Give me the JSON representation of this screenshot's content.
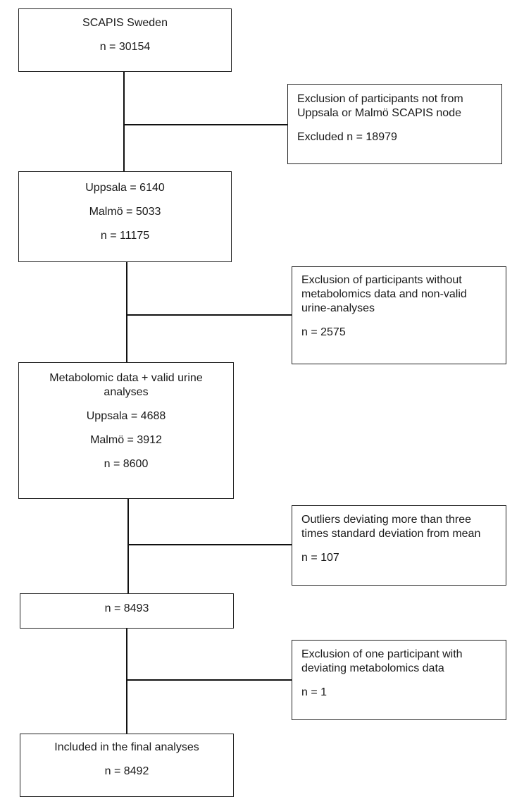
{
  "boxes": {
    "b1": {
      "lines": [
        "SCAPIS Sweden",
        "n = 30154"
      ]
    },
    "e1": {
      "lines": [
        "Exclusion of participants not from",
        "Uppsala or Malmö SCAPIS node",
        "Excluded n = 18979"
      ]
    },
    "b2": {
      "lines": [
        "Uppsala = 6140",
        "Malmö = 5033",
        "n = 11175"
      ]
    },
    "e2": {
      "lines": [
        "Exclusion of participants without",
        "metabolomics data and non-valid",
        "urine-analyses",
        "n = 2575"
      ]
    },
    "b3": {
      "lines": [
        "Metabolomic data + valid urine",
        "analyses",
        "Uppsala = 4688",
        "Malmö = 3912",
        "n = 8600"
      ]
    },
    "e3": {
      "lines": [
        "Outliers deviating more than three",
        "times standard deviation from mean",
        "n = 107"
      ]
    },
    "b4": {
      "lines": [
        "n = 8493"
      ]
    },
    "e4": {
      "lines": [
        "Exclusion of one participant with",
        "deviating metabolomics data",
        "n = 1"
      ]
    },
    "b5": {
      "lines": [
        "Included in the final analyses",
        "n = 8492"
      ]
    }
  }
}
